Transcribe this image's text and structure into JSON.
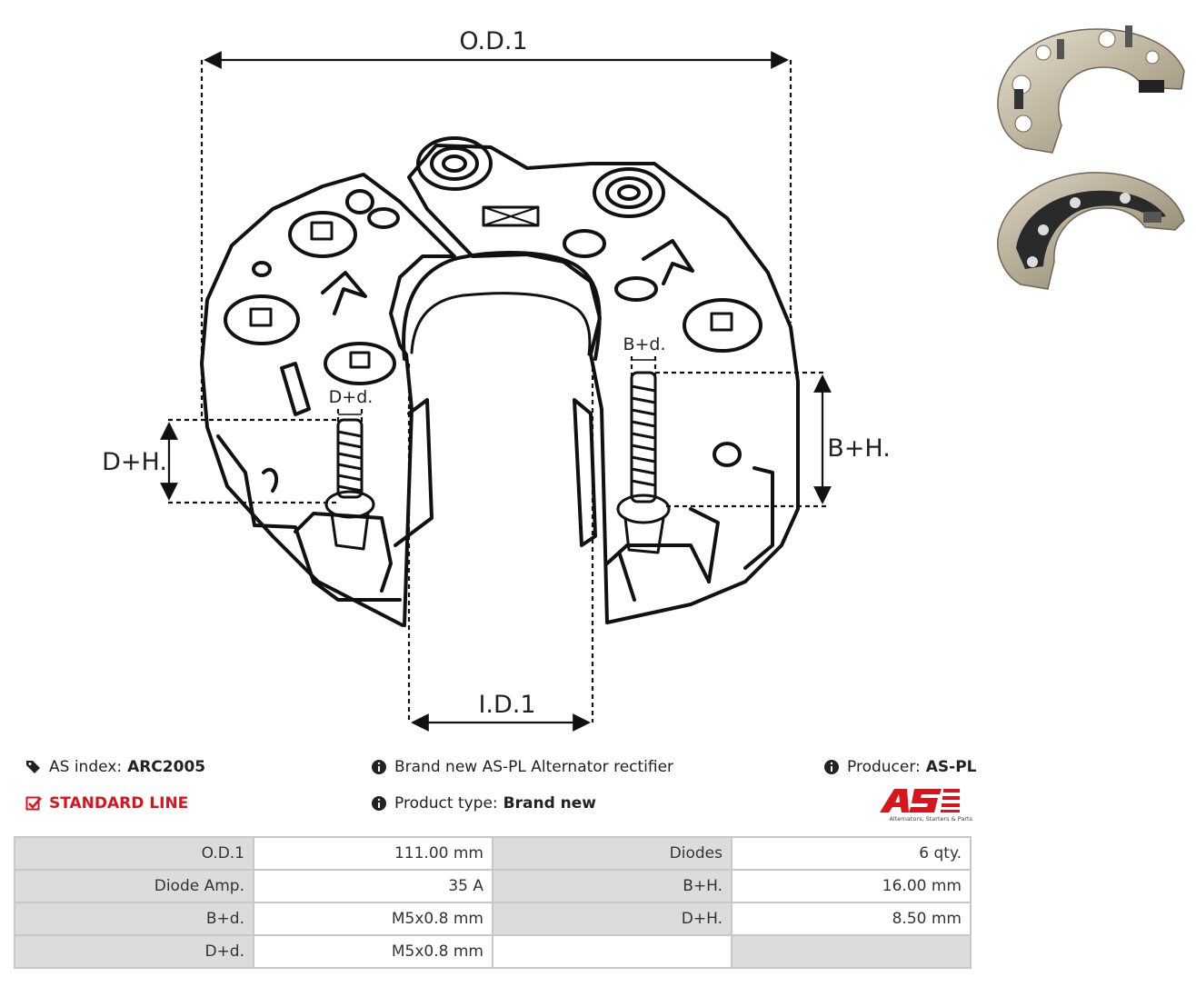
{
  "drawing": {
    "labels": {
      "od": "O.D.1",
      "id": "I.D.1",
      "bh": "B+H.",
      "dh": "D+H.",
      "bd": "B+d.",
      "dd": "D+d."
    }
  },
  "info": {
    "as_index_label": "AS index:",
    "as_index_value": "ARC2005",
    "line": "STANDARD LINE",
    "description": "Brand new AS-PL Alternator rectifier",
    "product_type_label": "Product type:",
    "product_type_value": "Brand new",
    "producer_label": "Producer:",
    "producer_value": "AS-PL",
    "logo_tagline": "Alternators, Starters & Parts"
  },
  "colors": {
    "accent_red": "#d8151c",
    "table_label_bg": "#dcdcdc",
    "border": "#c8c8c8"
  },
  "specs": [
    {
      "l1": "O.D.1",
      "v1": "111.00 mm",
      "l2": "Diodes",
      "v2": "6 qty."
    },
    {
      "l1": "Diode Amp.",
      "v1": "35 A",
      "l2": "B+H.",
      "v2": "16.00 mm"
    },
    {
      "l1": "B+d.",
      "v1": "M5x0.8 mm",
      "l2": "D+H.",
      "v2": "8.50 mm"
    },
    {
      "l1": "D+d.",
      "v1": "M5x0.8 mm",
      "l2": "",
      "v2": ""
    }
  ]
}
